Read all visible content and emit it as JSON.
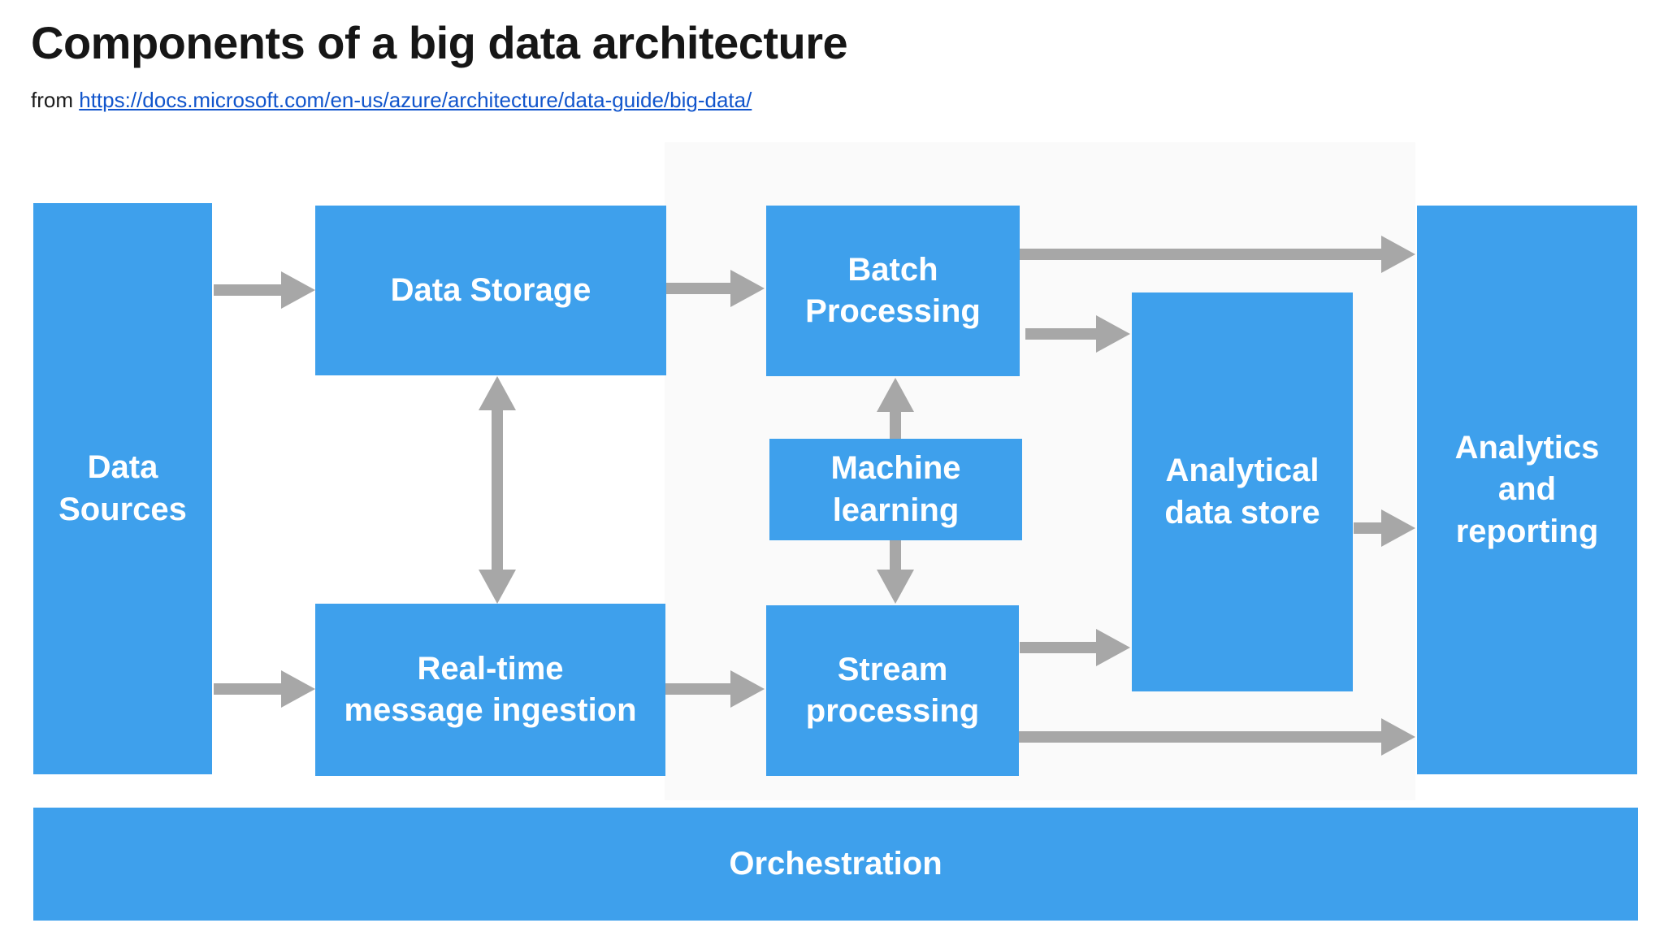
{
  "header": {
    "title": "Components of a big data architecture",
    "source_prefix": "from",
    "source_link": "https://docs.microsoft.com/en-us/azure/architecture/data-guide/big-data/"
  },
  "colors": {
    "node_blue": "#3EA0EC",
    "arrow_gray": "#A7A7A7",
    "link_blue": "#1155CC",
    "panel_gray": "#FAFAFA"
  },
  "diagram": {
    "nodes": {
      "data_sources": "Data\nSources",
      "data_storage": "Data Storage",
      "realtime_ingestion": "Real-time\nmessage ingestion",
      "batch_processing": "Batch\nProcessing",
      "machine_learning": "Machine\nlearning",
      "stream_processing": "Stream\nprocessing",
      "analytical_store": "Analytical\ndata store",
      "analytics_reporting": "Analytics\nand\nreporting",
      "orchestration": "Orchestration"
    },
    "connections": [
      {
        "from": "data_sources",
        "to": "data_storage",
        "bidirectional": false
      },
      {
        "from": "data_sources",
        "to": "realtime_ingestion",
        "bidirectional": false
      },
      {
        "from": "data_storage",
        "to": "realtime_ingestion",
        "bidirectional": true
      },
      {
        "from": "data_storage",
        "to": "batch_processing",
        "bidirectional": false
      },
      {
        "from": "batch_processing",
        "to": "analytics_reporting",
        "bidirectional": false
      },
      {
        "from": "batch_processing",
        "to": "analytical_store",
        "bidirectional": false
      },
      {
        "from": "machine_learning",
        "to": "batch_processing",
        "bidirectional": false
      },
      {
        "from": "machine_learning",
        "to": "stream_processing",
        "bidirectional": false
      },
      {
        "from": "realtime_ingestion",
        "to": "stream_processing",
        "bidirectional": false
      },
      {
        "from": "stream_processing",
        "to": "analytical_store",
        "bidirectional": false
      },
      {
        "from": "stream_processing",
        "to": "analytics_reporting",
        "bidirectional": false
      },
      {
        "from": "analytical_store",
        "to": "analytics_reporting",
        "bidirectional": false
      }
    ]
  }
}
